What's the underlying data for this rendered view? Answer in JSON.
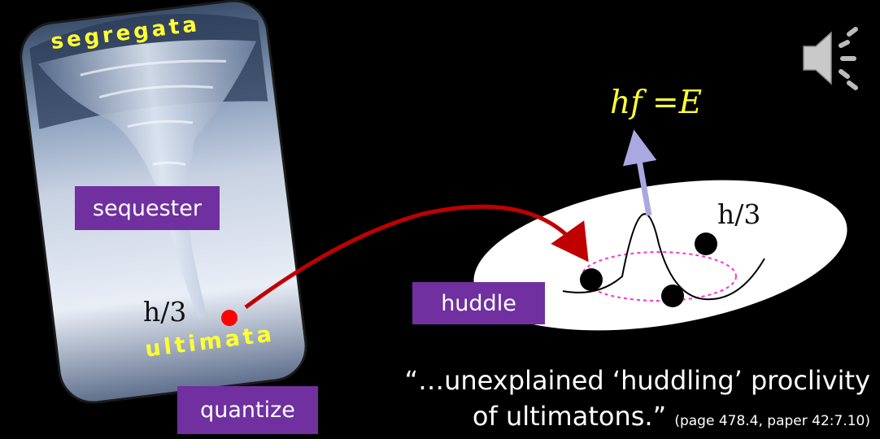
{
  "tornado_card": {
    "top_word": "segregata",
    "bottom_word": "ultimata",
    "quantum_label": "h/3"
  },
  "labels": {
    "sequester": "sequester",
    "huddle": "huddle",
    "quantize": "quantize"
  },
  "ellipse": {
    "quantum_label": "h/3",
    "equation": "hf =E"
  },
  "quote": {
    "line1": "“…unexplained ‘huddling’ proclivity",
    "line2": "of ultimatons.”",
    "citation": "(page 478.4,  paper 42:7.10)"
  },
  "colors": {
    "background": "#000000",
    "label_box": "#7030a0",
    "yellow_text": "#ffff33",
    "arrow_red": "#c00000",
    "photon_arrow": "#a9a9e0",
    "orbit_dashed": "#ff33cc"
  },
  "icons": {
    "speaker": "speaker-icon"
  }
}
